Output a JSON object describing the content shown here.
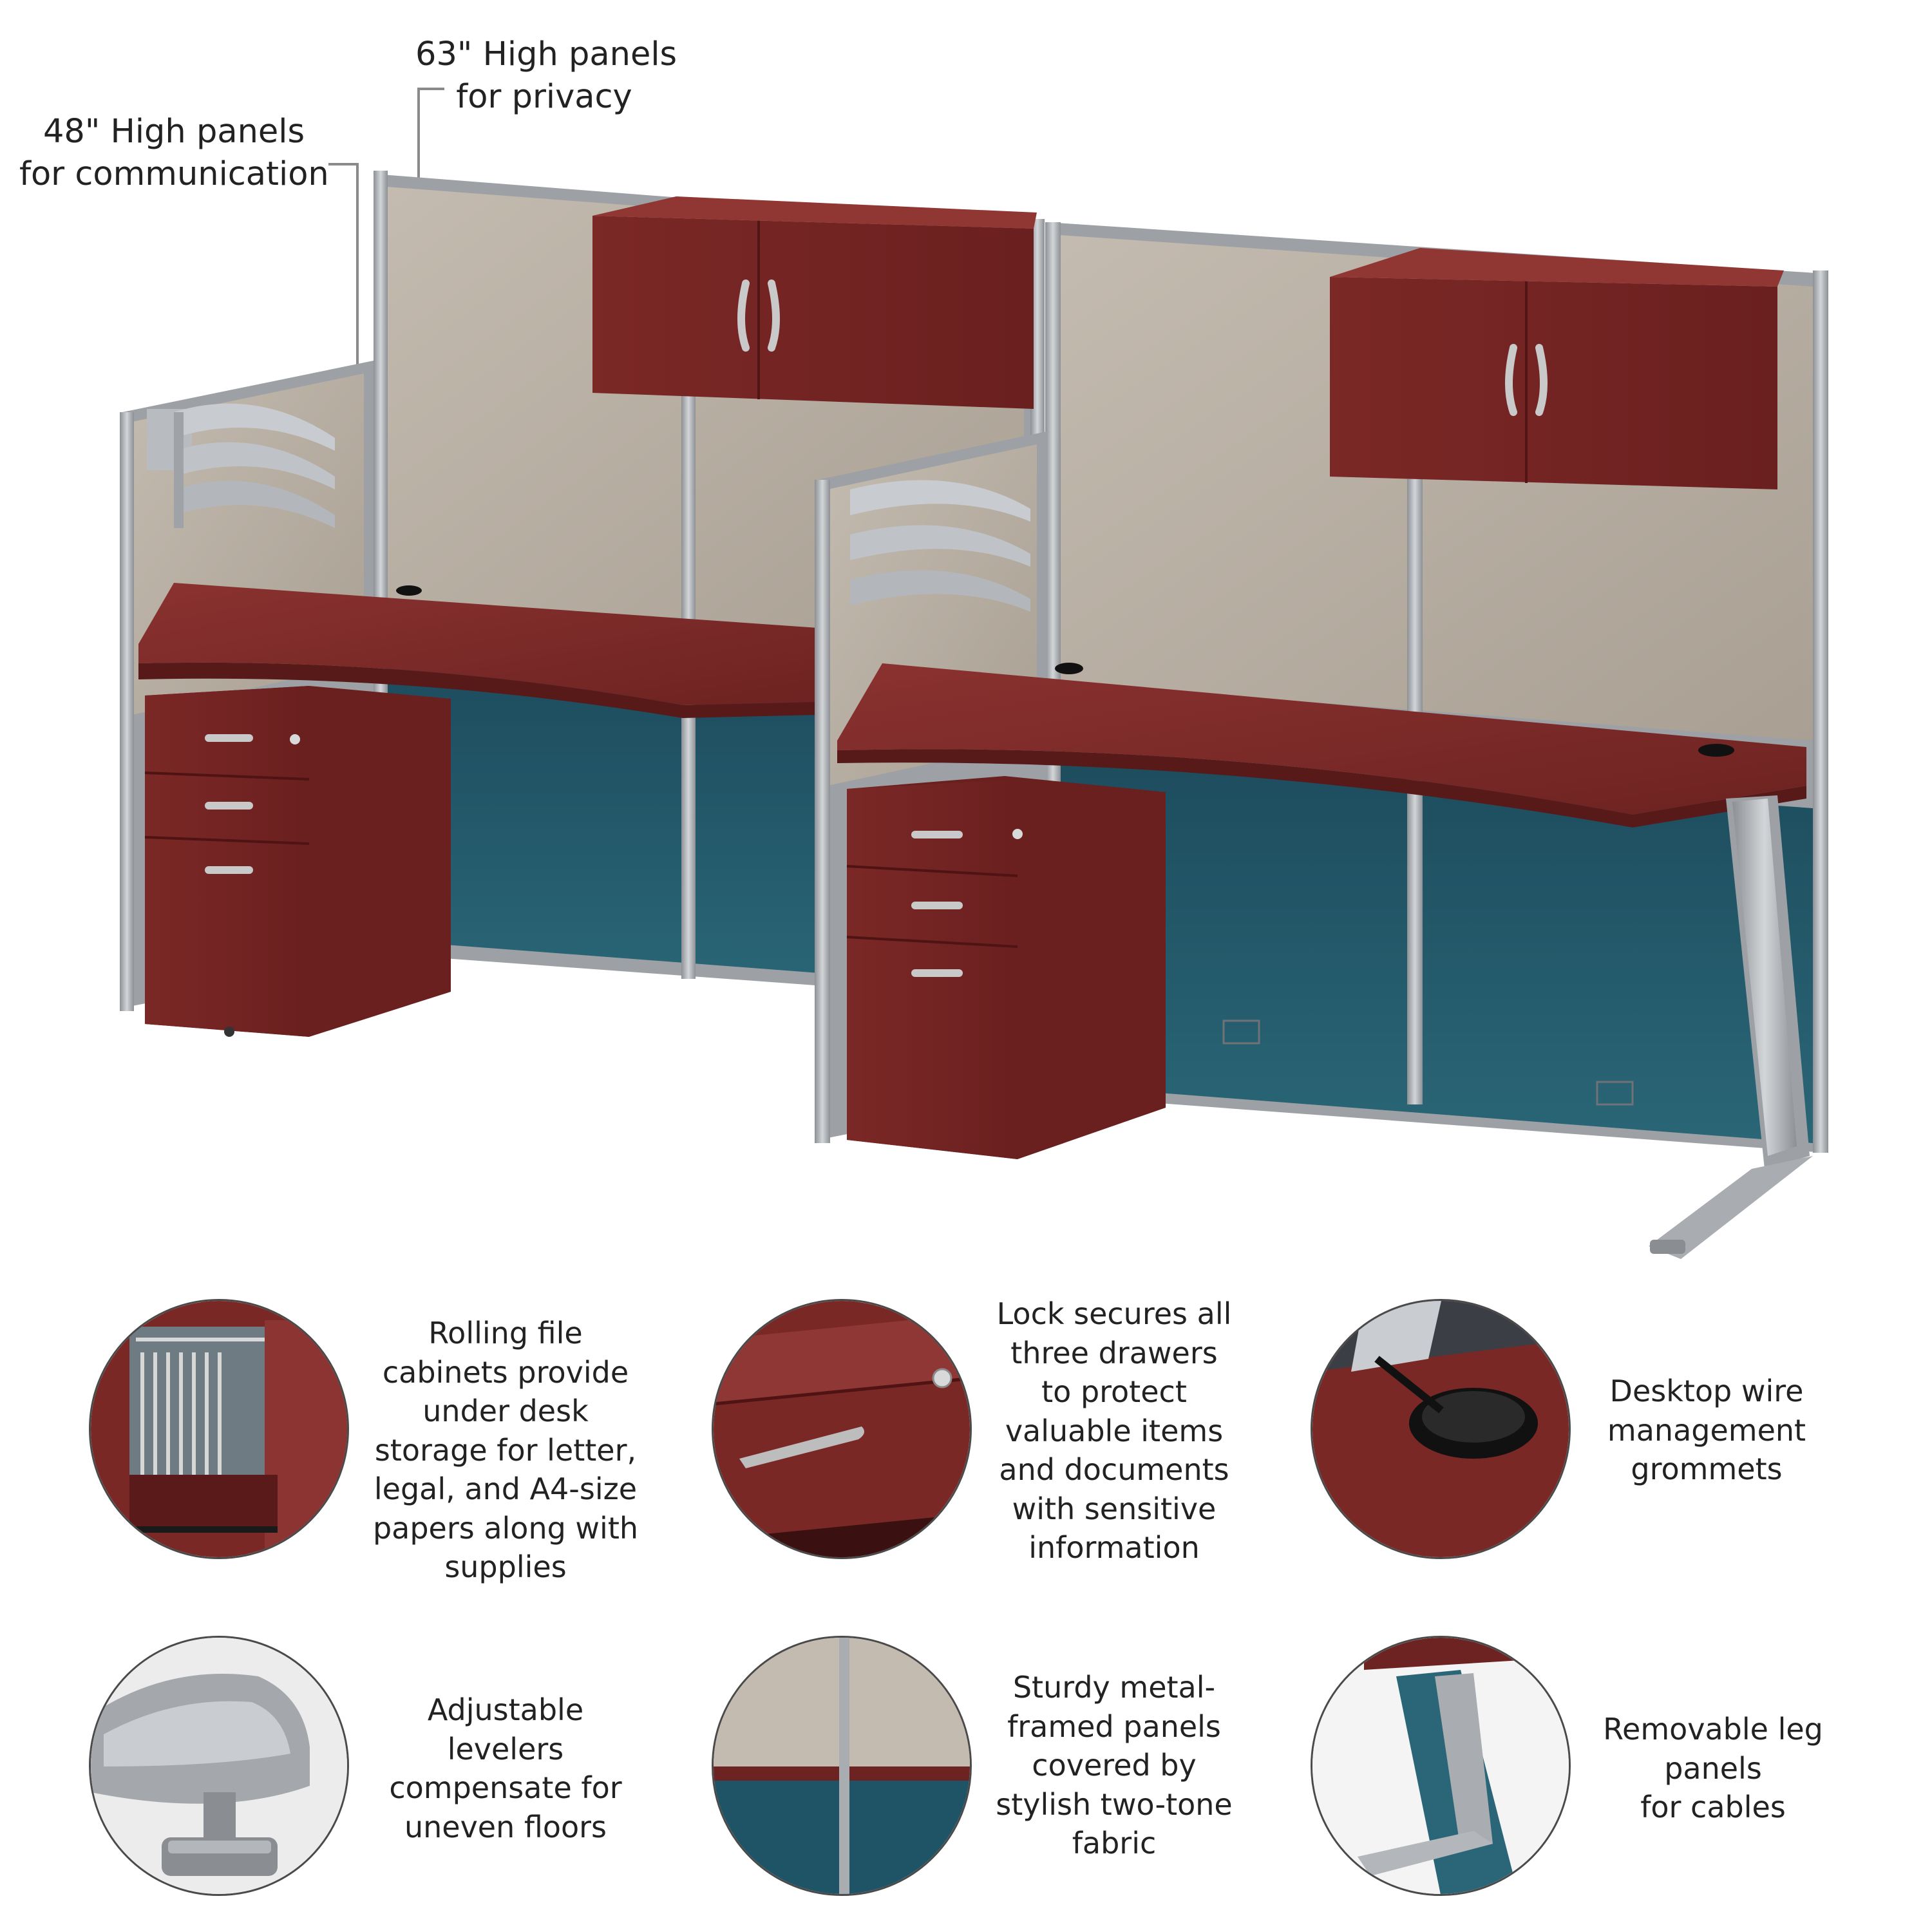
{
  "callouts": {
    "high_63": [
      "63\" High panels",
      "for privacy"
    ],
    "high_48": [
      "48\" High panels",
      "for communication"
    ]
  },
  "features": [
    {
      "icon": "file-cabinet-closeup",
      "lines": [
        "Rolling file",
        "cabinets provide",
        "under desk",
        "storage for letter,",
        "legal, and A4-size",
        "papers along with",
        "supplies"
      ]
    },
    {
      "icon": "lock-drawer-closeup",
      "lines": [
        "Lock secures all",
        "three drawers",
        "to protect",
        "valuable items",
        "and documents",
        "with sensitive",
        "information"
      ]
    },
    {
      "icon": "grommet-closeup",
      "lines": [
        "Desktop wire",
        "management",
        "grommets"
      ]
    },
    {
      "icon": "leveler-closeup",
      "lines": [
        "Adjustable",
        "levelers",
        "compensate for",
        "uneven floors"
      ]
    },
    {
      "icon": "panel-fabric-closeup",
      "lines": [
        "Sturdy metal-",
        "framed panels",
        "covered by",
        "stylish two-tone",
        "fabric"
      ]
    },
    {
      "icon": "leg-panel-closeup",
      "lines": [
        "Removable leg",
        "panels",
        "for cables"
      ]
    }
  ],
  "colors": {
    "wood": "#7a2a28",
    "wood_light": "#8e3533",
    "fabric_upper": "#bdb3a6",
    "fabric_lower": "#1f5466",
    "frame": "#a9adb1"
  }
}
